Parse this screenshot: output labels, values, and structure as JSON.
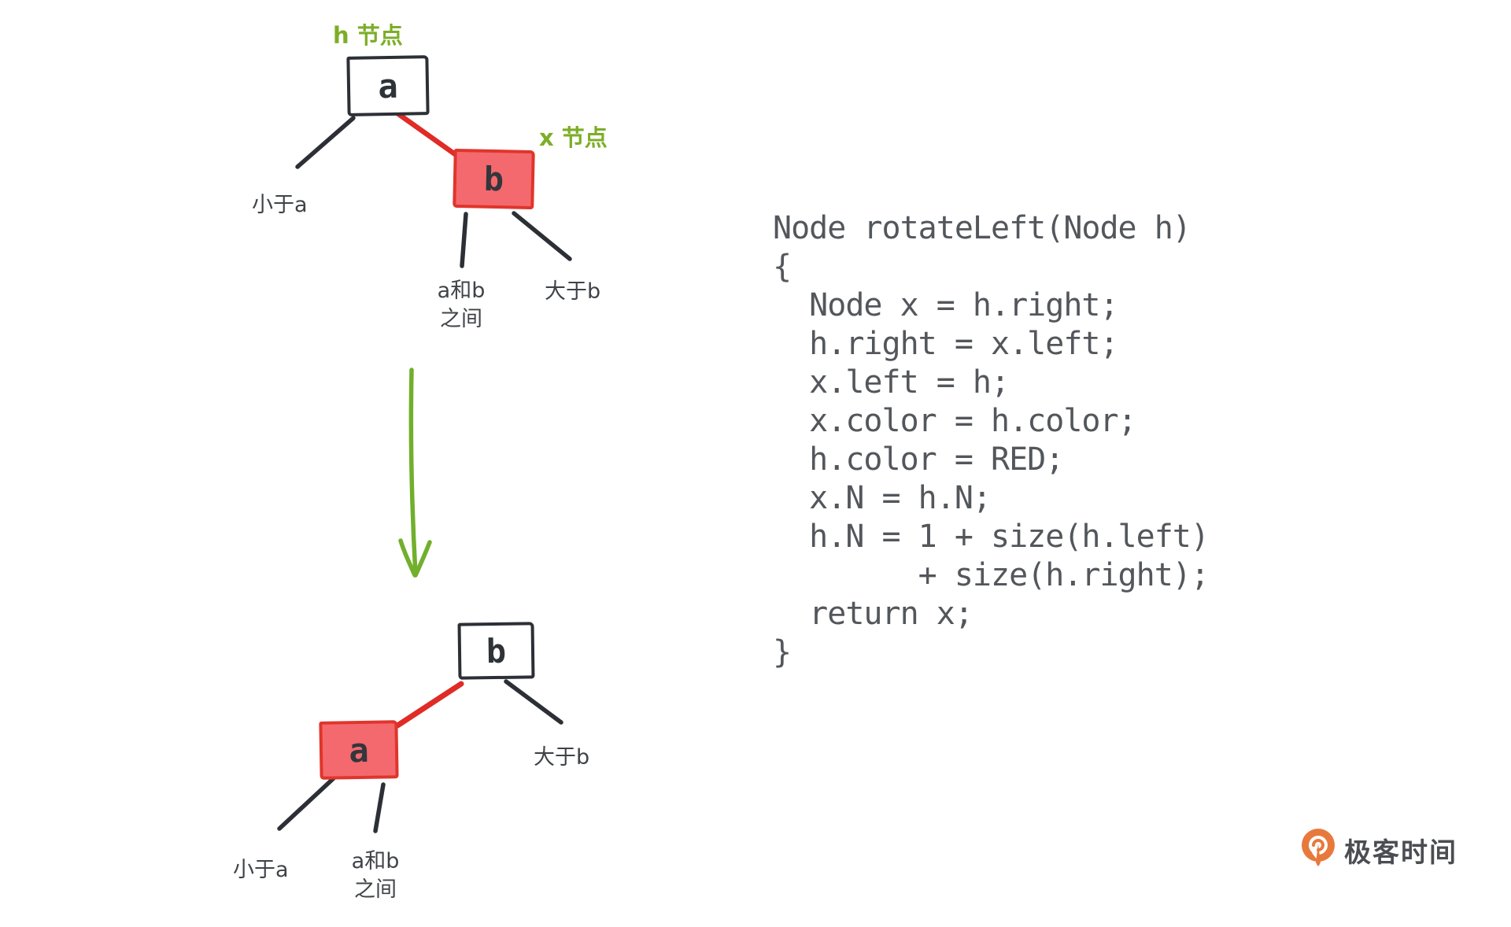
{
  "colors": {
    "edge_black": "#2C3036",
    "red_fill": "#F3696E",
    "red_border": "#E0352C",
    "red_edge": "#E02B26",
    "green_label": "#7CAE27",
    "green_arrow": "#72AF2C",
    "label_text": "#3F4348",
    "code_text": "#53575C",
    "logo_orange": "#E8793D"
  },
  "diagram": {
    "top_tree": {
      "parent_pointer_label": "h 节点",
      "child_pointer_label": "x 节点",
      "node_a": "a",
      "node_b": "b",
      "leaf_left": "小于a",
      "leaf_mid_line1": "a和b",
      "leaf_mid_line2": "之间",
      "leaf_right": "大于b"
    },
    "bottom_tree": {
      "node_b": "b",
      "node_a": "a",
      "leaf_left": "小于a",
      "leaf_mid_line1": "a和b",
      "leaf_mid_line2": "之间",
      "leaf_right": "大于b"
    }
  },
  "code": {
    "lines": [
      "Node rotateLeft(Node h)",
      "{",
      "  Node x = h.right;",
      "  h.right = x.left;",
      "  x.left = h;",
      "  x.color = h.color;",
      "  h.color = RED;",
      "  x.N = h.N;",
      "  h.N = 1 + size(h.left)",
      "        + size(h.right);",
      "  return x;",
      "}"
    ]
  },
  "logo": {
    "brand_text": "极客时间"
  }
}
